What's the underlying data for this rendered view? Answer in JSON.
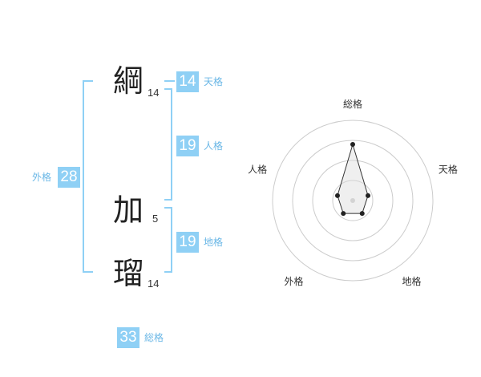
{
  "characters": [
    {
      "char": "綱",
      "strokes": "14"
    },
    {
      "char": "加",
      "strokes": "5"
    },
    {
      "char": "瑠",
      "strokes": "14"
    }
  ],
  "kaku": {
    "tenkaku": {
      "value": "14",
      "label": "天格"
    },
    "jinkaku": {
      "value": "19",
      "label": "人格"
    },
    "chikaku": {
      "value": "19",
      "label": "地格"
    },
    "gaikaku": {
      "value": "28",
      "label": "外格"
    },
    "soukaku": {
      "value": "33",
      "label": "総格"
    }
  },
  "colors": {
    "accent": "#8fd0f5",
    "bracket": "#8fd0f5",
    "label": "#6ab7e6"
  },
  "chart_data": {
    "type": "radar",
    "axes": [
      "総格",
      "天格",
      "地格",
      "外格",
      "人格"
    ],
    "rings": 4,
    "values": [
      3.5,
      1,
      1,
      1,
      1
    ],
    "max": 5
  }
}
